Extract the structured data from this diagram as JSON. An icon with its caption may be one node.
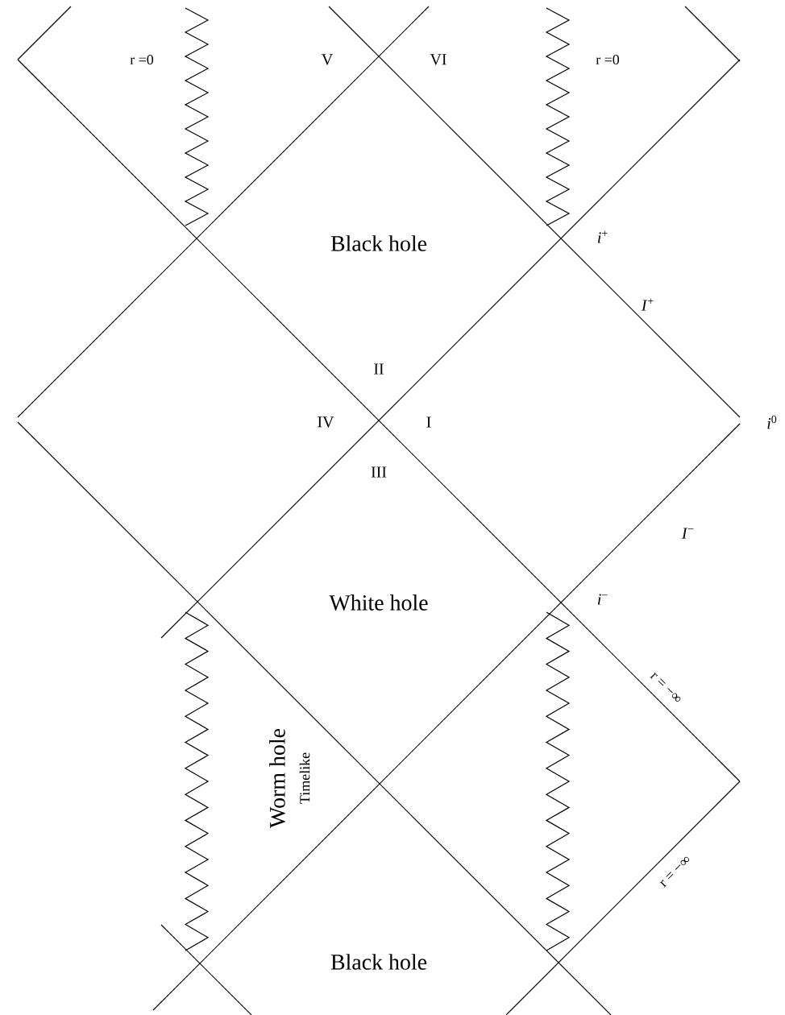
{
  "diagram": {
    "labels": [
      "r =0",
      "V",
      "VI",
      "r =0",
      "Black hole",
      "*i*$^{+}$",
      "*I*$^{+}$",
      "II",
      "IV",
      "I",
      "*i*$^{0}$",
      "III",
      "*I*$^{−}$",
      "White hole",
      "*i*$^{−}$",
      "r = −∞",
      "Worm hole",
      "Timelike",
      "r = −∞",
      "Black hole"
    ]
  }
}
